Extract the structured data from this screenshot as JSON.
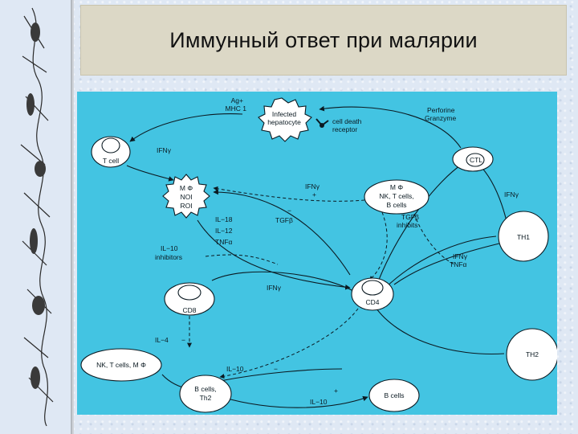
{
  "title": "Иммунный ответ при малярии",
  "diagram": {
    "nodes": {
      "infected_hepatocyte": [
        "Infected",
        "hepatocyte"
      ],
      "t_cell": "T cell",
      "macrophage": [
        "M Φ",
        "NOI",
        "ROI"
      ],
      "ctl": "CTL",
      "mphi_group": [
        "M Φ",
        "NK, T cells,",
        "B cells"
      ],
      "th1": "TH1",
      "cd4": "CD4",
      "cd8": "CD8",
      "th2": "TH2",
      "nk_group": "NK, T cells, M Φ",
      "b_th2": [
        "B cells,",
        "Th2"
      ],
      "b_cells": "B cells"
    },
    "labels": {
      "ag_mhc": [
        "Ag+",
        "MHC 1"
      ],
      "cell_death": [
        "cell death",
        "receptor"
      ],
      "perforine": [
        "Perforine",
        "Granzyme"
      ],
      "ifn_tcell": "IFNγ",
      "ifn_top": "IFNγ",
      "plus_top": "+",
      "minus_top": "−",
      "tgf_mid": "TGFβ",
      "ifn_ctl": "IFNγ",
      "tgf_inhibits": [
        "TGFβ",
        "inhibits"
      ],
      "il_group": [
        "IL−18",
        "IL−12",
        "TNFα"
      ],
      "il10_inhibitors": [
        "IL−10",
        "inhibitors"
      ],
      "ifn_cd4": "IFNγ",
      "ifn_tnf": [
        "IFNγ",
        "TNFα"
      ],
      "il4": "IL−4",
      "minus_il4": "−",
      "il10_mid": "IL−10",
      "minus_il10": "−",
      "il10_bottom": "IL−10",
      "plus_bottom": "+"
    }
  }
}
